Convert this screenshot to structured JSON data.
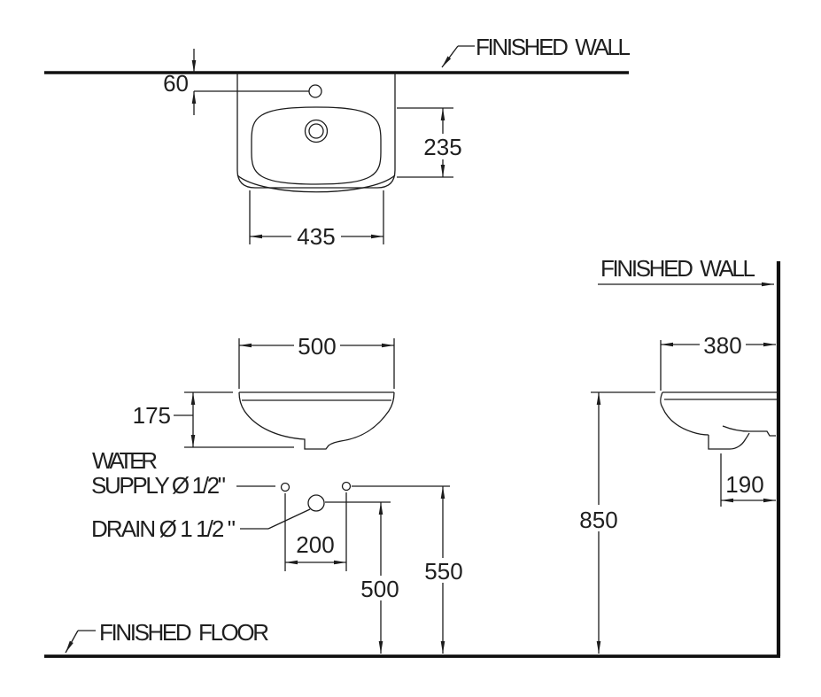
{
  "drawing": {
    "labels": {
      "finished_wall_top": "FINISHED  WALL",
      "finished_wall_right": "FINISHED  WALL",
      "finished_floor": "FINISHED  FLOOR",
      "water_supply_line1": "WATER",
      "water_supply_line2": "SUPPLY Ø 1/2\"",
      "drain_label": "DRAIN Ø 1 1/2 \""
    },
    "dimensions_mm": {
      "faucet_hole_to_wall": "60",
      "basin_depth_top_view": "235",
      "basin_width_top_view": "435",
      "bowl_width_front": "500",
      "bowl_height_front": "175",
      "supply_hole_spacing": "200",
      "drain_height_from_floor": "500",
      "supply_height_from_floor": "550",
      "rim_height_from_floor": "850",
      "basin_depth_side_view": "380",
      "drain_offset_from_wall": "190"
    },
    "colors": {
      "line": "#1c1c1c",
      "background": "#ffffff"
    }
  }
}
